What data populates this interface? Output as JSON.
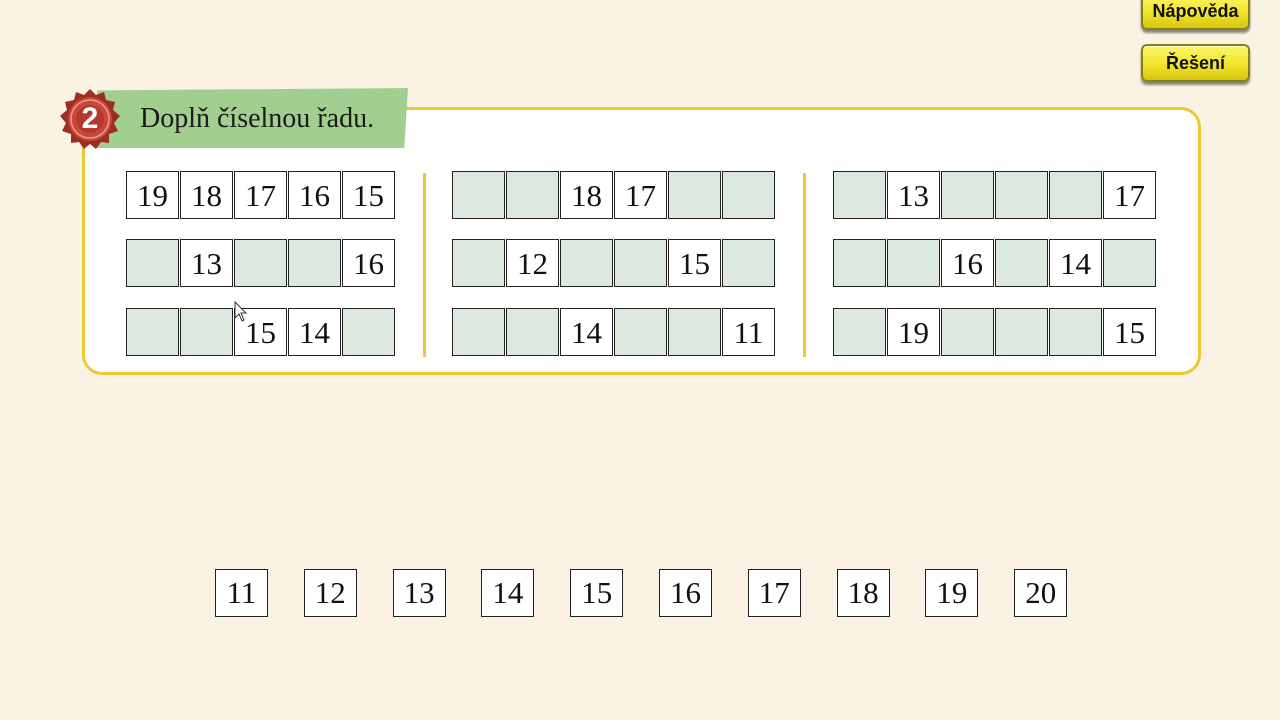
{
  "buttons": {
    "hint": "Nápověda",
    "solution": "Řešení"
  },
  "exercise": {
    "number": "2",
    "title": "Doplň číselnou řadu."
  },
  "groups": [
    {
      "rows": [
        [
          "19",
          "18",
          "17",
          "16",
          "15"
        ],
        [
          "",
          "13",
          "",
          "",
          "16"
        ],
        [
          "",
          "",
          "15",
          "14",
          ""
        ]
      ]
    },
    {
      "rows": [
        [
          "",
          "",
          "18",
          "17",
          "",
          ""
        ],
        [
          "",
          "12",
          "",
          "",
          "15",
          ""
        ],
        [
          "",
          "",
          "14",
          "",
          "",
          "11"
        ]
      ]
    },
    {
      "rows": [
        [
          "",
          "13",
          "",
          "",
          "",
          "17"
        ],
        [
          "",
          "",
          "16",
          "",
          "14",
          ""
        ],
        [
          "",
          "19",
          "",
          "",
          "",
          "15"
        ]
      ]
    }
  ],
  "answer_tiles": [
    "11",
    "12",
    "13",
    "14",
    "15",
    "16",
    "17",
    "18",
    "19",
    "20"
  ],
  "colors": {
    "background": "#faf3e3",
    "panel_border": "#eec832",
    "banner": "#a2cf8f",
    "badge": "#b5392c",
    "empty_cell": "#dde8de",
    "button": "#f1e52a"
  }
}
